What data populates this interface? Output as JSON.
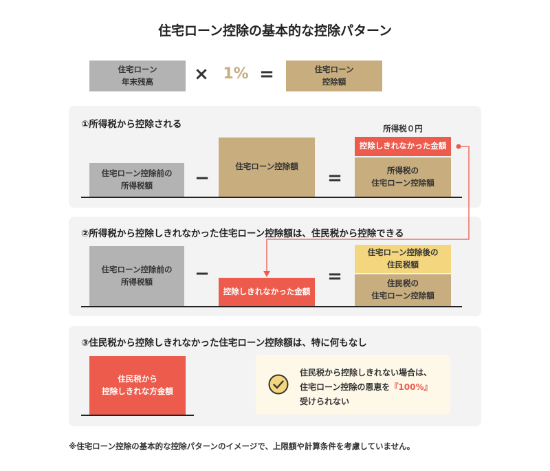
{
  "title": "住宅ローン控除の基本的な控除パターン",
  "formula": {
    "left": "住宅ローン\n年末残高",
    "times": "×",
    "rate": "1%",
    "equals": "=",
    "right": "住宅ローン\n控除額"
  },
  "section1": {
    "heading": "①所得税から控除される",
    "pre_tax_box": "住宅ローン控除前の\n所得税額",
    "minus": "−",
    "deduction_box": "住宅ローン控除額",
    "equals": "=",
    "zero_label": "所得税０円",
    "remainder_box": "控除しきれなかった金額",
    "result_box": "所得税の\n住宅ローン控除額"
  },
  "section2": {
    "heading": "②所得税から控除しきれなかった住宅ローン控除額は、住民税から控除できる",
    "pre_tax_box": "住宅ローン控除前の\n所得税額",
    "minus": "−",
    "remainder_box": "控除しきれなかった金額",
    "equals": "=",
    "after_box": "住宅ローン控除後の\n住民税額",
    "result_box": "住民税の\n住宅ローン控除額"
  },
  "section3": {
    "heading": "③住民税から控除しきれなかった住宅ローン控除額は、特に何もなし",
    "box": "住民税から\n控除しきれな方金額",
    "info_line1": "住民税から控除しきれない場合は、",
    "info_line2_prefix": "住宅ローン控除の恩恵を",
    "info_line2_accent": "『100%』",
    "info_line3": "受けられない"
  },
  "note": "※住宅ローン控除の基本的な控除パターンのイメージで、上限額や計算条件を考慮していません。",
  "colors": {
    "gray": "#b3b3b3",
    "tan": "#c8ad7f",
    "red": "#ec5b4c",
    "yellow": "#f4d67e",
    "panel": "#f3f3f3"
  },
  "icons": [
    "check-circle-icon",
    "arrow-connector-icon"
  ]
}
